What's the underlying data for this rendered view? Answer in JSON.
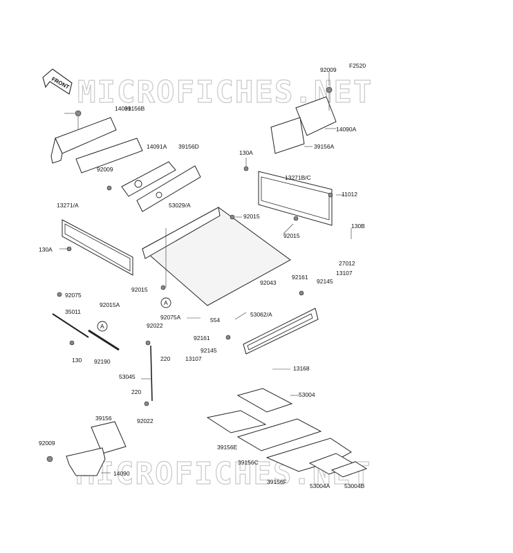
{
  "diagram": {
    "code": "F2520",
    "front_label": "FRONT",
    "watermark": "MICROFICHES.NET",
    "ref_marker": "A",
    "part_labels": [
      "92009",
      "14091",
      "39156B",
      "14090A",
      "39156A",
      "92009",
      "14091A",
      "39156D",
      "130A",
      "13271B/C",
      "11012",
      "13271/A",
      "53029/A",
      "92015",
      "92015",
      "130B",
      "130A",
      "27012",
      "13107",
      "92015",
      "92043",
      "92161",
      "92145",
      "92075",
      "92015A",
      "35011",
      "92075A",
      "554",
      "53062/A",
      "92022",
      "92161",
      "220",
      "130",
      "92190",
      "92145",
      "13107",
      "13168",
      "53045",
      "53004",
      "220",
      "92022",
      "39156",
      "39156E",
      "92009",
      "39156C",
      "14090",
      "39156F",
      "53004A",
      "53004B"
    ]
  }
}
